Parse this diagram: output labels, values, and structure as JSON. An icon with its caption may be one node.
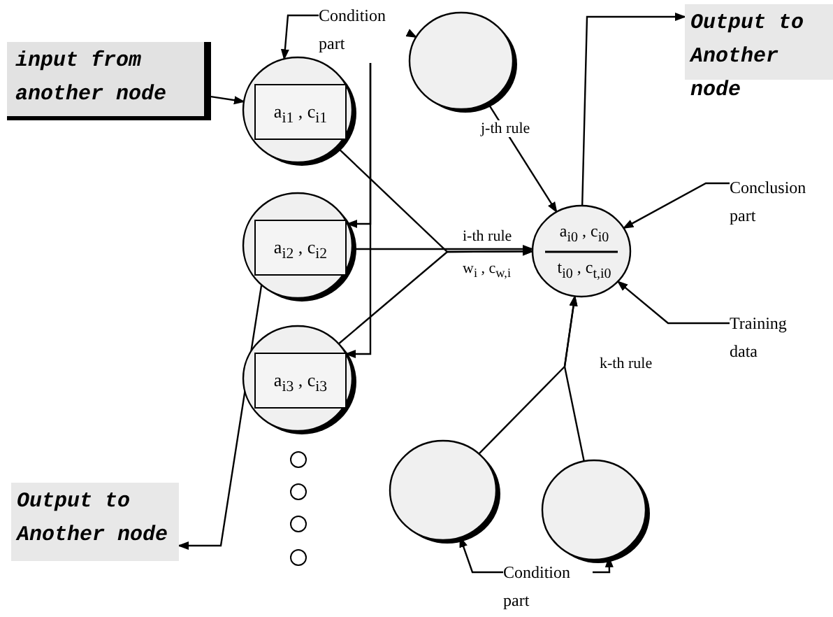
{
  "diagram": {
    "nodes": [
      {
        "text": [
          "input from another node"
        ]
      },
      {
        "text": [
          "a$_{i1}$ , c$_{i1}$"
        ]
      },
      {
        "text": [
          "a$_{i2}$ , c$_{i2}$"
        ]
      },
      {
        "text": [
          "a$_{i3}$ , c$_{i3}$"
        ]
      },
      {
        "text": [],
        "shape": "circle"
      },
      {
        "text": [],
        "shape": "circle"
      },
      {
        "text": [],
        "shape": "circle"
      },
      {
        "text": [],
        "shape": "circle"
      },
      {
        "text": [
          "Condition part"
        ]
      },
      {
        "text": [],
        "shape": "circle"
      },
      {
        "text": [
          "a$_{i0}$ , c$_{i0}$",
          "t$_{i0}$ , c$_{t,i0}$"
        ]
      },
      {
        "text": [
          "Output to Another node"
        ]
      },
      {
        "text": [
          "Conclusion part"
        ]
      },
      {
        "text": [
          "Training data"
        ]
      },
      {
        "text": [],
        "shape": "circle"
      },
      {
        "text": [],
        "shape": "circle"
      },
      {
        "text": [
          "Condition part"
        ]
      },
      {
        "text": [
          "Output to Another node"
        ]
      }
    ],
    "edges": [
      {
        "from": 0,
        "to": 1,
        "arrow": "to"
      },
      {
        "from": 1,
        "to": 10,
        "arrow": "to"
      },
      {
        "from": 2,
        "to": 10,
        "arrow": "to",
        "label": "i-th rule"
      },
      {
        "from": 3,
        "to": 10,
        "arrow": "to"
      },
      {
        "from": 9,
        "to": 10,
        "arrow": "to",
        "label": "j-th rule"
      },
      {
        "from": 10,
        "to": 11,
        "arrow": "to"
      },
      {
        "from": 12,
        "to": 10,
        "arrow": "to"
      },
      {
        "from": 13,
        "to": 10,
        "arrow": "to"
      },
      {
        "from": 8,
        "to": 1,
        "arrow": "to"
      },
      {
        "from": 8,
        "to": 9,
        "arrow": "to"
      },
      {
        "from": 8,
        "to": 2,
        "arrow": "to"
      },
      {
        "from": 8,
        "to": 3,
        "arrow": "to"
      },
      {
        "from": 2,
        "to": 17,
        "arrow": "to"
      },
      {
        "from": 14,
        "to": 10,
        "arrow": "to",
        "label": "k-th rule"
      },
      {
        "from": 15,
        "to": 10,
        "arrow": "to"
      },
      {
        "from": 16,
        "to": 14,
        "arrow": "to"
      },
      {
        "from": 16,
        "to": 15,
        "arrow": "to"
      }
    ],
    "labels": [
      "w$_{i}$ , c$_{w,i}$"
    ]
  }
}
